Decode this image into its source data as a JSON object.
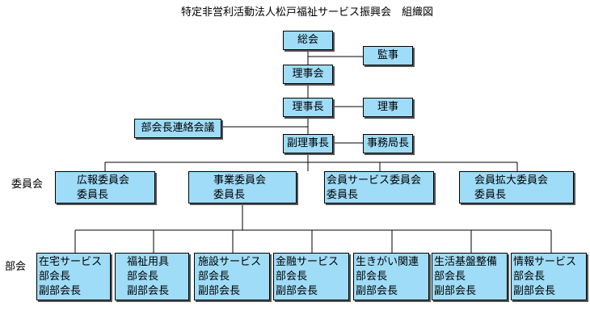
{
  "title": "特定非営利活動法人松戸福祉サービス振興会　組織図",
  "nodes": {
    "general_meeting": "総会",
    "auditor": "監事",
    "board": "理事会",
    "chairman": "理事長",
    "director": "理事",
    "section_chief_council": "部会長連絡会議",
    "vice_chairman": "副理事長",
    "secretary_general": "事務局長"
  },
  "labels": {
    "committees": "委員会",
    "sections": "部会"
  },
  "committees": [
    {
      "name": "広報委員会",
      "role": "委員長"
    },
    {
      "name": "事業委員会",
      "role": "委員長"
    },
    {
      "name": "会員サービス委員会",
      "role": "委員長"
    },
    {
      "name": "会員拡大委員会",
      "role": "委員長"
    }
  ],
  "sections": [
    {
      "name": "在宅サービス",
      "role1": "部会長",
      "role2": "副部会長"
    },
    {
      "name": "福祉用具",
      "role1": "部会長",
      "role2": "副部会長"
    },
    {
      "name": "施設サービス",
      "role1": "部会長",
      "role2": "副部会長"
    },
    {
      "name": "金融サービス",
      "role1": "部会長",
      "role2": "副部会長"
    },
    {
      "name": "生きがい関連",
      "role1": "部会長",
      "role2": "副部会長"
    },
    {
      "name": "生活基盤整備",
      "role1": "部会長",
      "role2": "副部会長"
    },
    {
      "name": "情報サービス",
      "role1": "部会長",
      "role2": "副部会長"
    }
  ],
  "colors": {
    "box_fill": "#9fdcf7",
    "box_border": "#000000",
    "line": "#000000"
  }
}
